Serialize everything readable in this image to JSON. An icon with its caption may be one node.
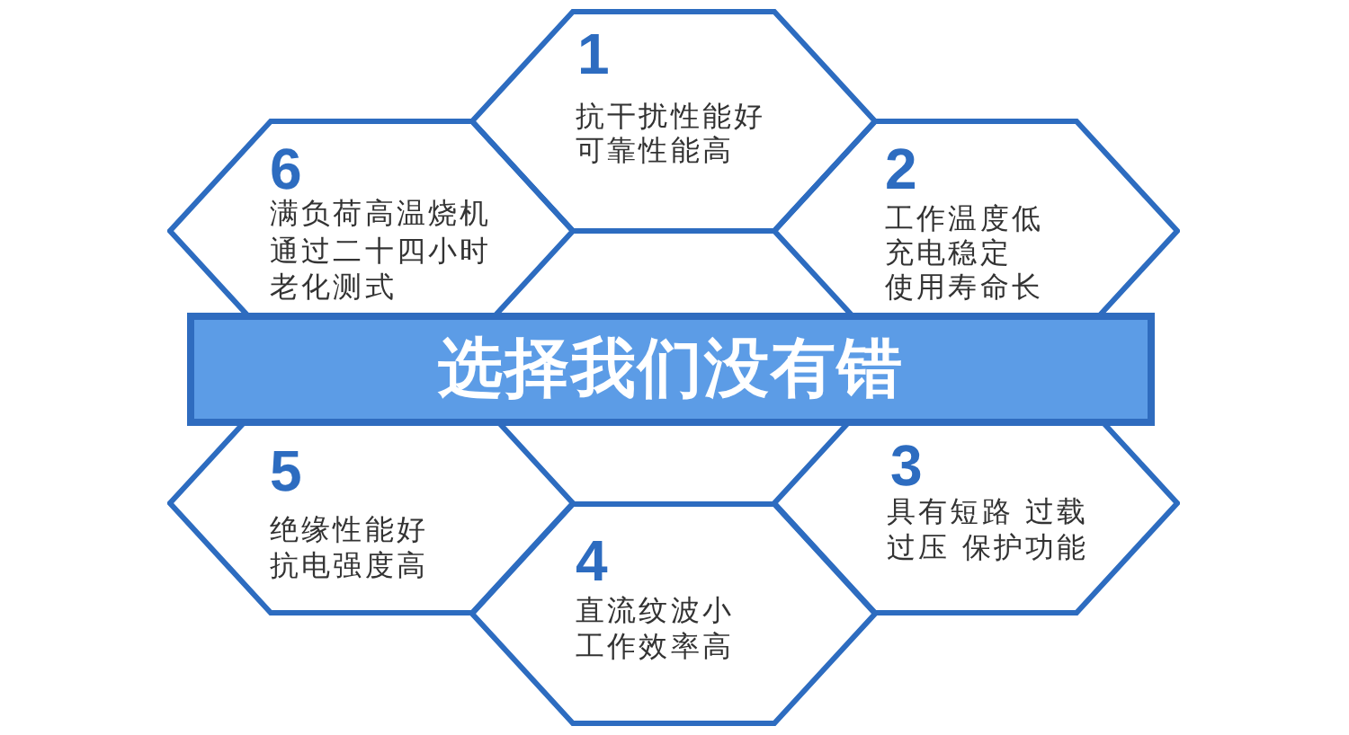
{
  "diagram": {
    "nodes": [
      {
        "text": [
          "选择我们没有错"
        ]
      },
      {
        "text": [
          "1",
          "抗干扰性能好可靠性能高"
        ]
      },
      {
        "text": [
          "2",
          "工作温度低充电稳定使用寿命长"
        ]
      },
      {
        "text": [
          "3",
          "具有短路 过载过压 保护功能"
        ]
      },
      {
        "text": [
          "4",
          "直流纹波小工作效率高"
        ]
      },
      {
        "text": [
          "5",
          "绝缘性能好抗电强度高"
        ]
      },
      {
        "text": [
          "6",
          "满负荷高温烧机通过二十四小时老化测式"
        ]
      }
    ]
  }
}
